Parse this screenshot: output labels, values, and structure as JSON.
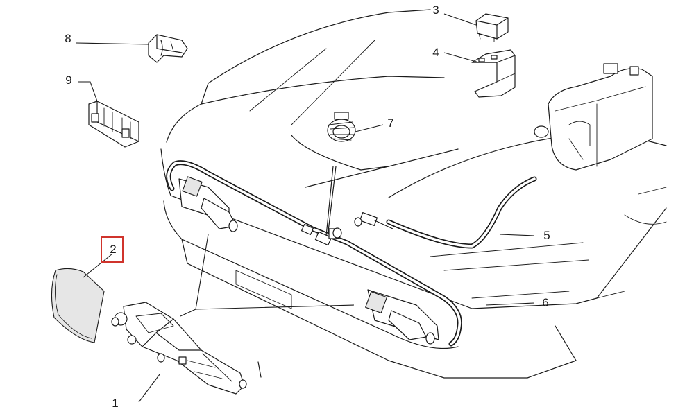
{
  "callouts": [
    {
      "id": "1",
      "label": "1"
    },
    {
      "id": "2",
      "label": "2"
    },
    {
      "id": "3",
      "label": "3"
    },
    {
      "id": "4",
      "label": "4"
    },
    {
      "id": "5",
      "label": "5"
    },
    {
      "id": "6",
      "label": "6"
    },
    {
      "id": "7",
      "label": "7"
    },
    {
      "id": "8",
      "label": "8"
    },
    {
      "id": "9",
      "label": "9"
    }
  ],
  "highlight": {
    "callout": "2",
    "color": "#d0342c"
  },
  "colors": {
    "line": "#1a1a1a",
    "background": "#ffffff",
    "highlight": "#d0342c"
  }
}
